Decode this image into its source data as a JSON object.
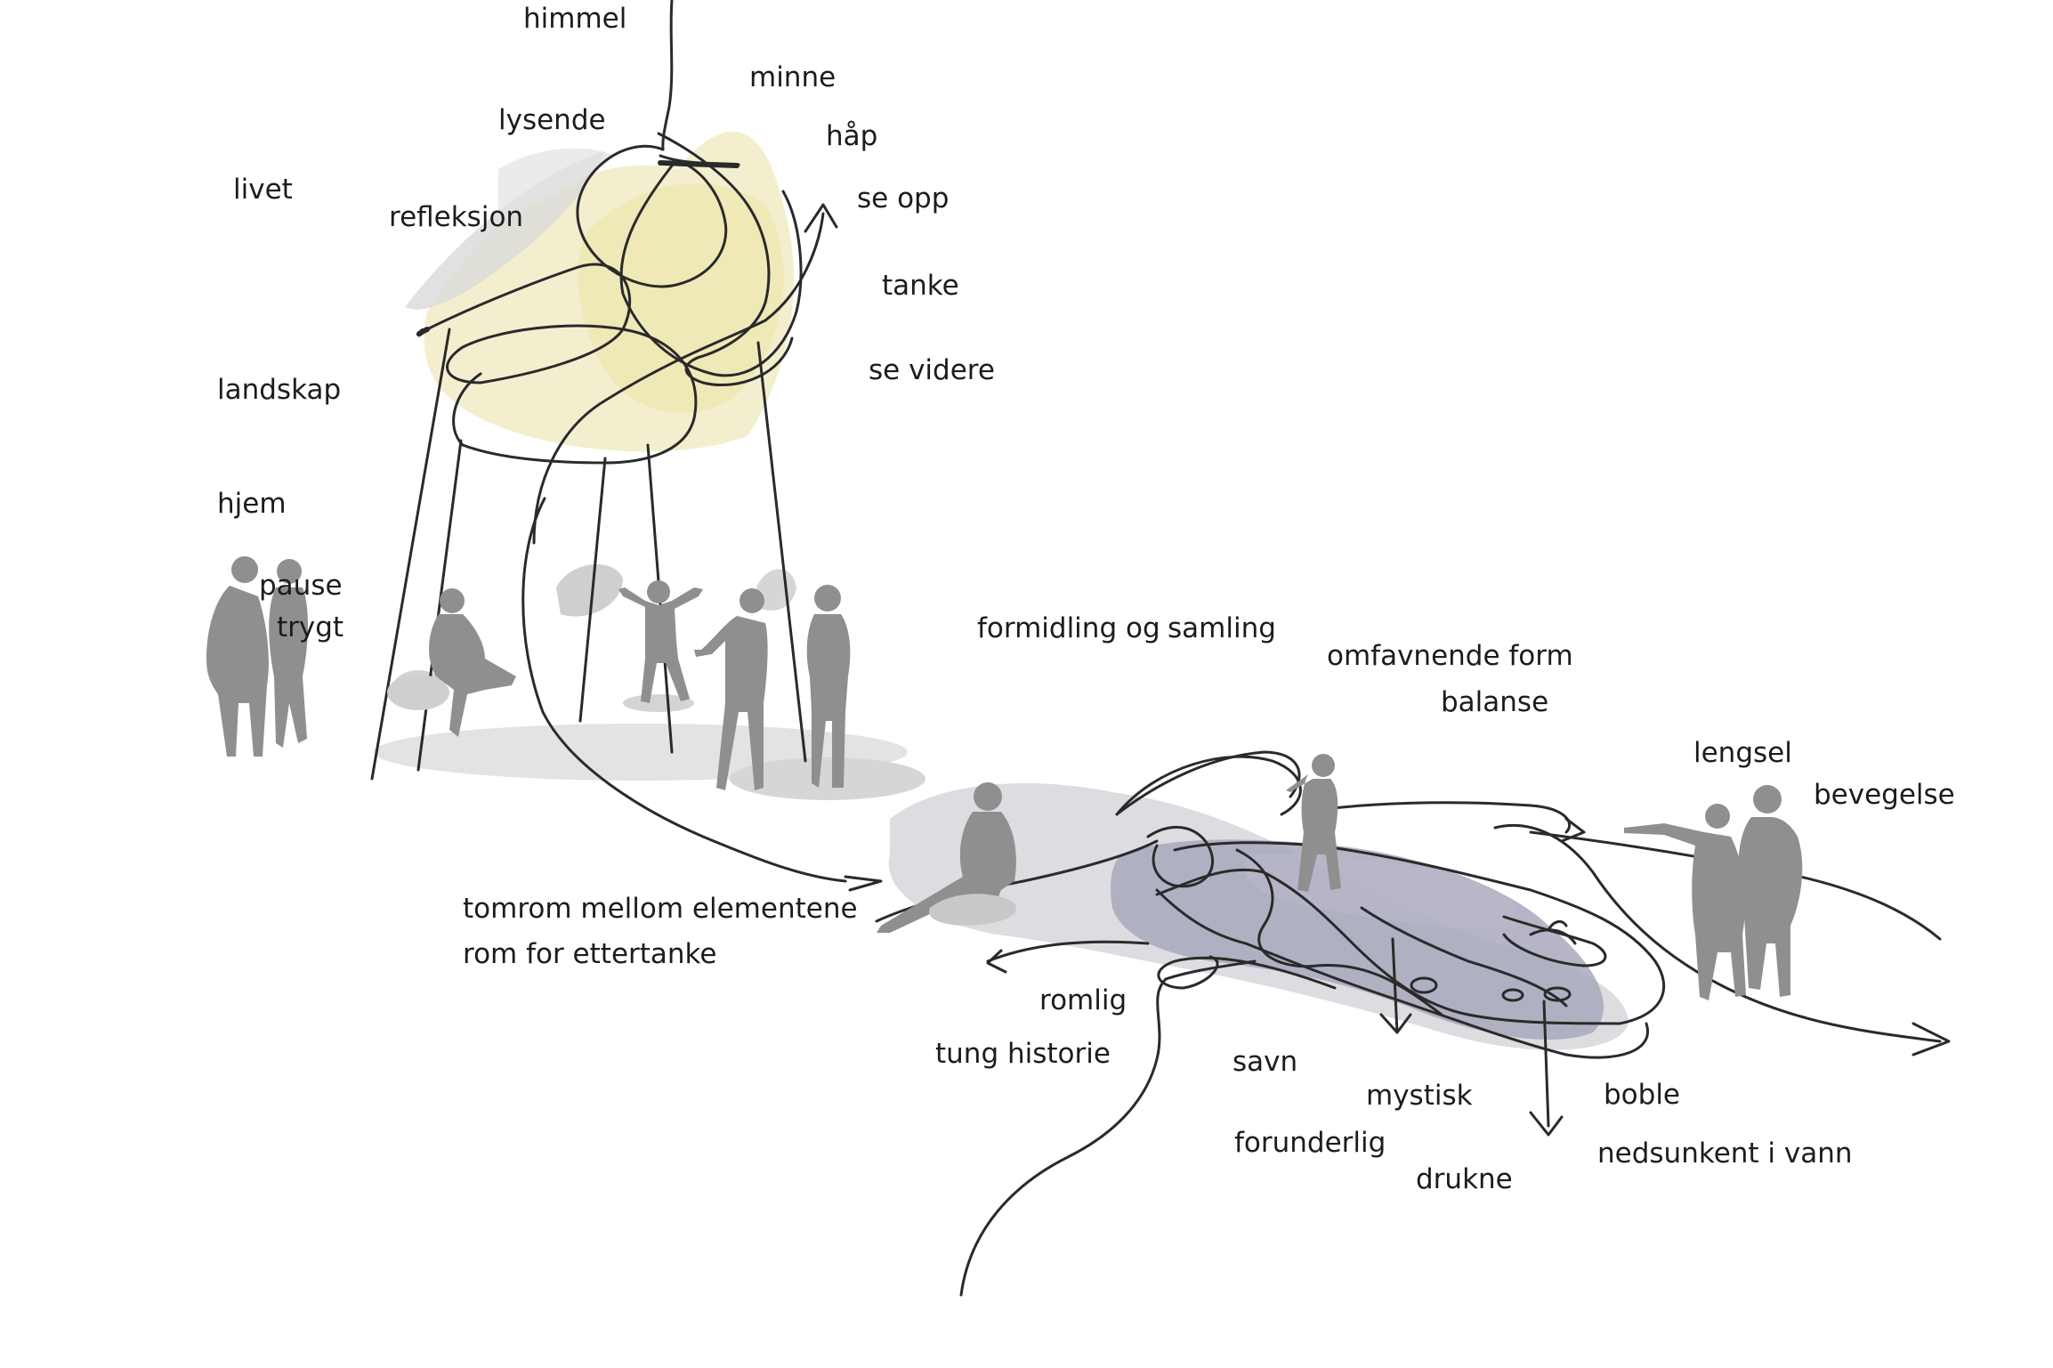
{
  "words": {
    "himmel": "himmel",
    "minne": "minne",
    "lysende": "lysende",
    "haap": "håp",
    "livet": "livet",
    "refleksjon": "refleksjon",
    "se_opp": "se opp",
    "tanke": "tanke",
    "landskap": "landskap",
    "se_videre": "se videre",
    "hjem": "hjem",
    "pause": "pause",
    "trygt": "trygt",
    "formidling": "formidling og",
    "samling": "samling",
    "omfavnende_form": "omfavnende form",
    "balanse": "balanse",
    "lengsel": "lengsel",
    "bevegelse": "bevegelse",
    "tomrom": "tomrom mellom elementene",
    "rom_for_ettertanke": "rom for ettertanke",
    "romlig": "romlig",
    "tung_historie": "tung historie",
    "savn": "savn",
    "mystisk": "mystisk",
    "boble": "boble",
    "forunderlig": "forunderlig",
    "drukne": "drukne",
    "nedsunkent": "nedsunkent i vann"
  },
  "colors": {
    "line": "#2a2a2a",
    "figure": "#8f8f8f",
    "glow": "#ece6b4",
    "shadow": "#d9d9d9",
    "water": "#a9a9bf"
  }
}
